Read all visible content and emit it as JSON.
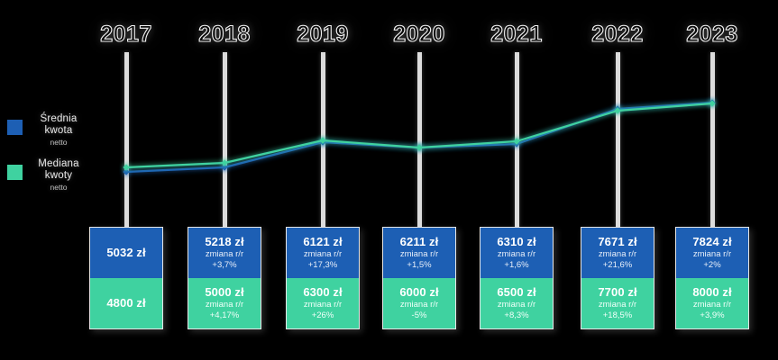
{
  "legend": {
    "items": [
      {
        "name": "srednia-kwota",
        "line1": "Średnia",
        "line2": "kwota",
        "sub": "netto",
        "color": "#1d5fb4"
      },
      {
        "name": "mediana-kwoty",
        "line1": "Mediana",
        "line2": "kwoty",
        "sub": "netto",
        "color": "#3fd2a0"
      }
    ]
  },
  "labels": {
    "change_label": "zmiana r/r"
  },
  "chart_data": {
    "type": "line",
    "title": "",
    "xlabel": "",
    "ylabel": "",
    "grid": false,
    "legend_position": "left",
    "categories": [
      "2017",
      "2018",
      "2019",
      "2020",
      "2021",
      "2022",
      "2023"
    ],
    "series": [
      {
        "name": "Średnia kwota netto",
        "color": "#1d5fb4",
        "values": [
          5032,
          5218,
          6121,
          6211,
          6310,
          7671,
          7824
        ],
        "value_labels": [
          "5032 zł",
          "5218 zł",
          "6121 zł",
          "6211 zł",
          "6310 zł",
          "7671 zł",
          "7824 zł"
        ],
        "change_labels": [
          "",
          "+3,7%",
          "+17,3%",
          "+1,5%",
          "+1,6%",
          "+21,6%",
          "+2%"
        ]
      },
      {
        "name": "Mediana kwoty netto",
        "color": "#3fd2a0",
        "values": [
          4800,
          5000,
          6300,
          6000,
          6500,
          7700,
          8000
        ],
        "value_labels": [
          "4800 zł",
          "5000 zł",
          "6300 zł",
          "6000 zł",
          "6500 zł",
          "7700 zł",
          "8000 zł"
        ],
        "change_labels": [
          "",
          "+4,17%",
          "+26%",
          "-5%",
          "+8,3%",
          "+18,5%",
          "+3,9%"
        ]
      }
    ]
  },
  "geometry": {
    "x_positions": [
      140,
      249,
      358,
      465,
      573,
      685,
      790
    ],
    "blue_y": [
      191,
      186,
      158,
      164,
      160,
      121,
      114
    ],
    "green_y": [
      186,
      181,
      156,
      164,
      157,
      123,
      115
    ],
    "stem_bottoms": [
      252,
      252,
      252,
      252,
      252,
      252,
      252
    ]
  }
}
